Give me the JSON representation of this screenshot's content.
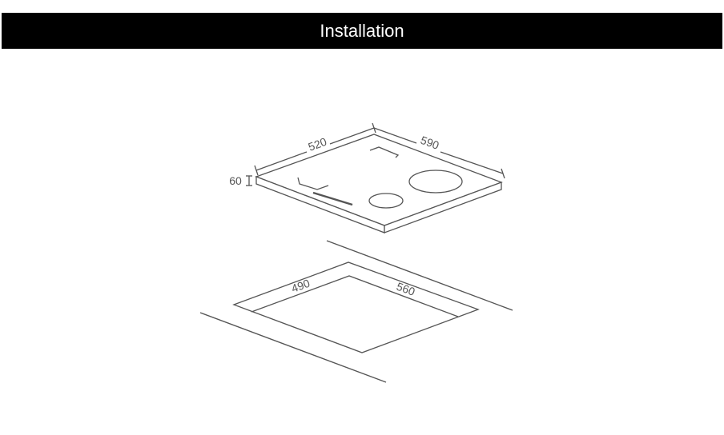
{
  "header": {
    "title": "Installation"
  },
  "diagram": {
    "hob_dimensions": {
      "width": "520",
      "depth": "590",
      "height": "60"
    },
    "cutout_dimensions": {
      "width": "490",
      "depth": "560"
    },
    "colors": {
      "header_background": "#000000",
      "header_text": "#ffffff",
      "line": "#555555"
    }
  }
}
